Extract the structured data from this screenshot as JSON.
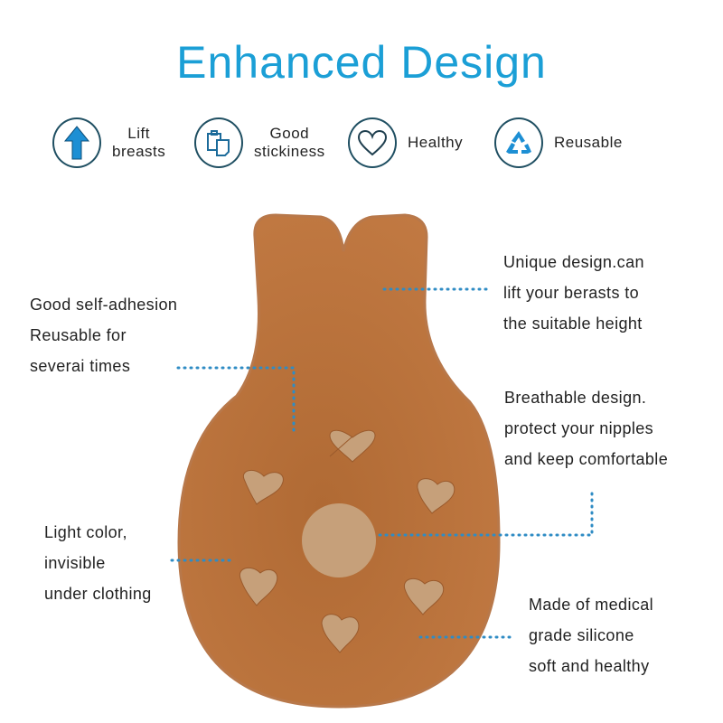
{
  "title": "Enhanced Design",
  "features": [
    {
      "icon": "arrow-up-icon",
      "label_line1": "Lift",
      "label_line2": "breasts"
    },
    {
      "icon": "clipboard-icon",
      "label_line1": "Good",
      "label_line2": "stickiness"
    },
    {
      "icon": "heart-icon",
      "label_line1": "Healthy"
    },
    {
      "icon": "recycle-icon",
      "label_line1": "Reusable"
    }
  ],
  "notes": {
    "top_right": [
      "Unique design.can",
      "lift your berasts to",
      "the suitable height"
    ],
    "top_left": [
      "Good self-adhesion",
      "Reusable for",
      "severai times"
    ],
    "mid_right": [
      "Breathable design.",
      "protect your nipples",
      "and keep comfortable"
    ],
    "mid_left": [
      "Light color,",
      "invisible",
      "under clothing"
    ],
    "bottom_right": [
      "Made of medical",
      "grade silicone",
      "soft and healthy"
    ]
  },
  "colors": {
    "accent": "#1b9fd6",
    "pad": "#b36e3a",
    "dots": "#2f8cc4"
  }
}
